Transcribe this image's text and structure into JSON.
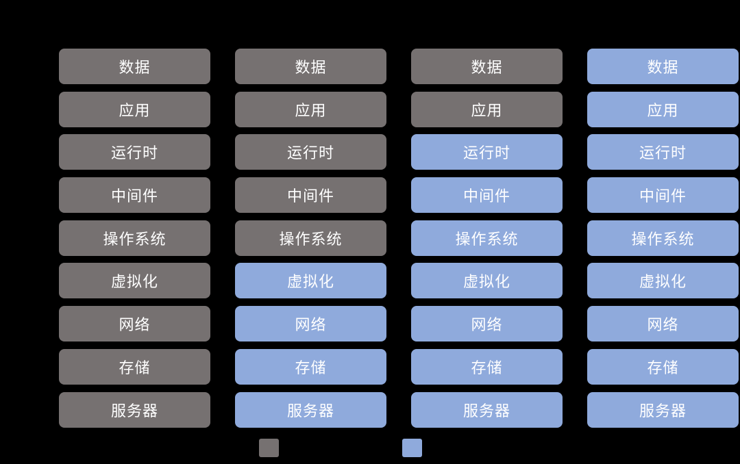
{
  "page": {
    "background": "#000000"
  },
  "colors": {
    "gray": "#767171",
    "blue": "#8FAADC",
    "text": "#FFFFFF"
  },
  "layers": [
    "数据",
    "应用",
    "运行时",
    "中间件",
    "操作系统",
    "虚拟化",
    "网络",
    "存储",
    "服务器"
  ],
  "columns": [
    {
      "name": "stack-column-1",
      "cells": [
        {
          "label": "数据",
          "state": "gray"
        },
        {
          "label": "应用",
          "state": "gray"
        },
        {
          "label": "运行时",
          "state": "gray"
        },
        {
          "label": "中间件",
          "state": "gray"
        },
        {
          "label": "操作系统",
          "state": "gray"
        },
        {
          "label": "虚拟化",
          "state": "gray"
        },
        {
          "label": "网络",
          "state": "gray"
        },
        {
          "label": "存储",
          "state": "gray"
        },
        {
          "label": "服务器",
          "state": "gray"
        }
      ]
    },
    {
      "name": "stack-column-2",
      "cells": [
        {
          "label": "数据",
          "state": "gray"
        },
        {
          "label": "应用",
          "state": "gray"
        },
        {
          "label": "运行时",
          "state": "gray"
        },
        {
          "label": "中间件",
          "state": "gray"
        },
        {
          "label": "操作系统",
          "state": "gray"
        },
        {
          "label": "虚拟化",
          "state": "blue"
        },
        {
          "label": "网络",
          "state": "blue"
        },
        {
          "label": "存储",
          "state": "blue"
        },
        {
          "label": "服务器",
          "state": "blue"
        }
      ]
    },
    {
      "name": "stack-column-3",
      "cells": [
        {
          "label": "数据",
          "state": "gray"
        },
        {
          "label": "应用",
          "state": "gray"
        },
        {
          "label": "运行时",
          "state": "blue"
        },
        {
          "label": "中间件",
          "state": "blue"
        },
        {
          "label": "操作系统",
          "state": "blue"
        },
        {
          "label": "虚拟化",
          "state": "blue"
        },
        {
          "label": "网络",
          "state": "blue"
        },
        {
          "label": "存储",
          "state": "blue"
        },
        {
          "label": "服务器",
          "state": "blue"
        }
      ]
    },
    {
      "name": "stack-column-4",
      "cells": [
        {
          "label": "数据",
          "state": "blue"
        },
        {
          "label": "应用",
          "state": "blue"
        },
        {
          "label": "运行时",
          "state": "blue"
        },
        {
          "label": "中间件",
          "state": "blue"
        },
        {
          "label": "操作系统",
          "state": "blue"
        },
        {
          "label": "虚拟化",
          "state": "blue"
        },
        {
          "label": "网络",
          "state": "blue"
        },
        {
          "label": "存储",
          "state": "blue"
        },
        {
          "label": "服务器",
          "state": "blue"
        }
      ]
    }
  ],
  "legend": {
    "items": [
      {
        "name": "gray-swatch",
        "state": "gray"
      },
      {
        "name": "blue-swatch",
        "state": "blue"
      }
    ]
  }
}
